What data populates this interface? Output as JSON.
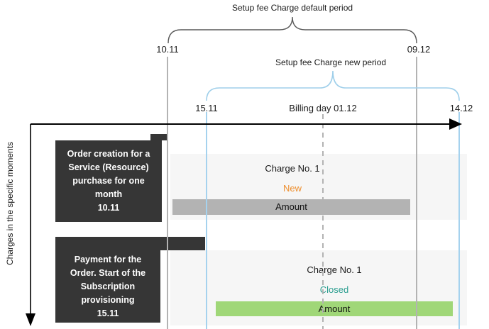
{
  "title_braces": {
    "default_period_label": "Setup fee Charge default period",
    "new_period_label": "Setup fee Charge new period"
  },
  "axis": {
    "y_label": "Charges in the specific moments"
  },
  "timeline_labels": {
    "d_10_11": "10.11",
    "d_09_12": "09.12",
    "d_15_11": "15.11",
    "billing_day": "Billing day 01.12",
    "d_14_12": "14.12"
  },
  "rows": [
    {
      "event_lines": [
        "Order creation for a",
        "Service (Resource)",
        "purchase for one",
        "month",
        "10.11"
      ],
      "charge_title": "Charge No. 1",
      "status": "New",
      "status_color": "#ed8e2e",
      "amount_label": "Amount",
      "bar_color": "#b3b3b3"
    },
    {
      "event_lines": [
        "Payment for the",
        "Order. Start of the",
        "Subscription",
        "provisioning",
        "15.11"
      ],
      "charge_title": "Charge No. 1",
      "status": "Closed",
      "status_color": "#2a9d8f",
      "amount_label": "Amount",
      "bar_color": "#a0d778"
    }
  ],
  "colors": {
    "event_box_bg": "#363636",
    "row_band_bg": "#f6f6f6",
    "gridline_gray": "#b3b3b3",
    "gridline_blue": "#a5d2ee",
    "brace_dark": "#595959",
    "brace_blue": "#9fcfea",
    "axis_black": "#000000"
  }
}
